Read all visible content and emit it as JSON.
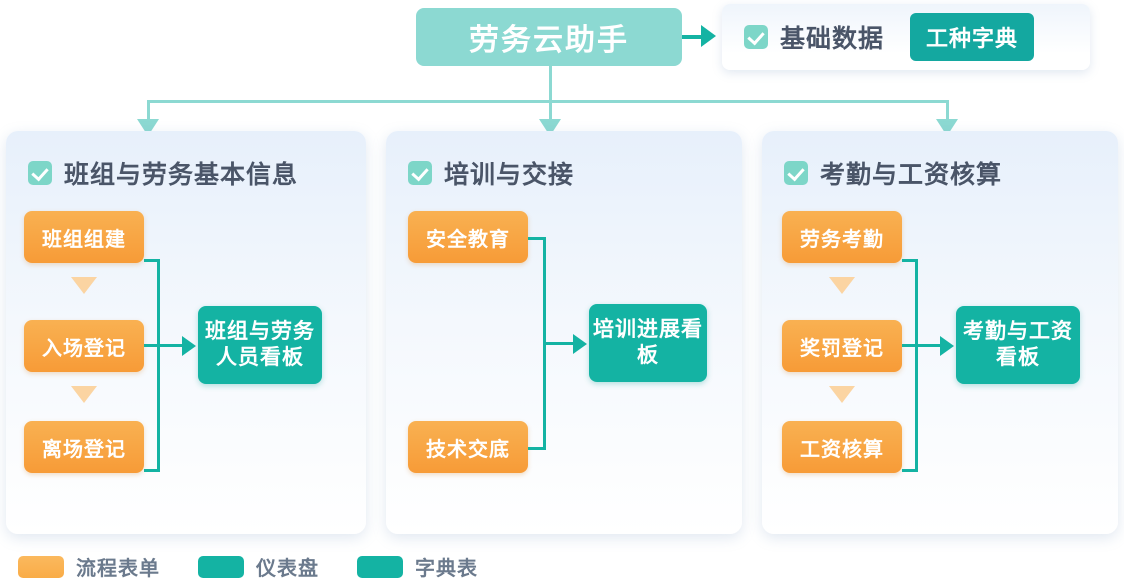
{
  "header": {
    "title": "劳务云助手",
    "arrow_icon": "arrow-right-icon"
  },
  "basic_data_card": {
    "check_icon": "check-square-icon",
    "label": "基础数据",
    "dictionary_button": "工种字典"
  },
  "panels": [
    {
      "check_icon": "check-square-icon",
      "title": "班组与劳务基本信息",
      "forms": [
        "班组组建",
        "入场登记",
        "离场登记"
      ],
      "dashboard": "班组与劳务人员看板"
    },
    {
      "check_icon": "check-square-icon",
      "title": "培训与交接",
      "forms": [
        "安全教育",
        "技术交底"
      ],
      "dashboard": "培训进展看板"
    },
    {
      "check_icon": "check-square-icon",
      "title": "考勤与工资核算",
      "forms": [
        "劳务考勤",
        "奖罚登记",
        "工资核算"
      ],
      "dashboard": "考勤与工资看板"
    }
  ],
  "legend": [
    {
      "color": "#f9ac47",
      "label": "流程表单"
    },
    {
      "color": "#14b3a3",
      "label": "仪表盘"
    },
    {
      "color": "#14b3a3",
      "label": "字典表"
    }
  ],
  "colors": {
    "title_pill": "#8cd9d2",
    "form_orange": "#f9ac47",
    "dashboard_teal": "#14b3a3",
    "dictionary_teal": "#14a8a0",
    "panel_bg_top": "#e7f0fb",
    "connector_light": "#8cd9d2",
    "connector_dark": "#14b3a3",
    "checkbox": "#7dd6c8",
    "heading_text": "#4a5568",
    "legend_text": "#6b7a8d",
    "step_arrow": "#fbd4a2"
  }
}
